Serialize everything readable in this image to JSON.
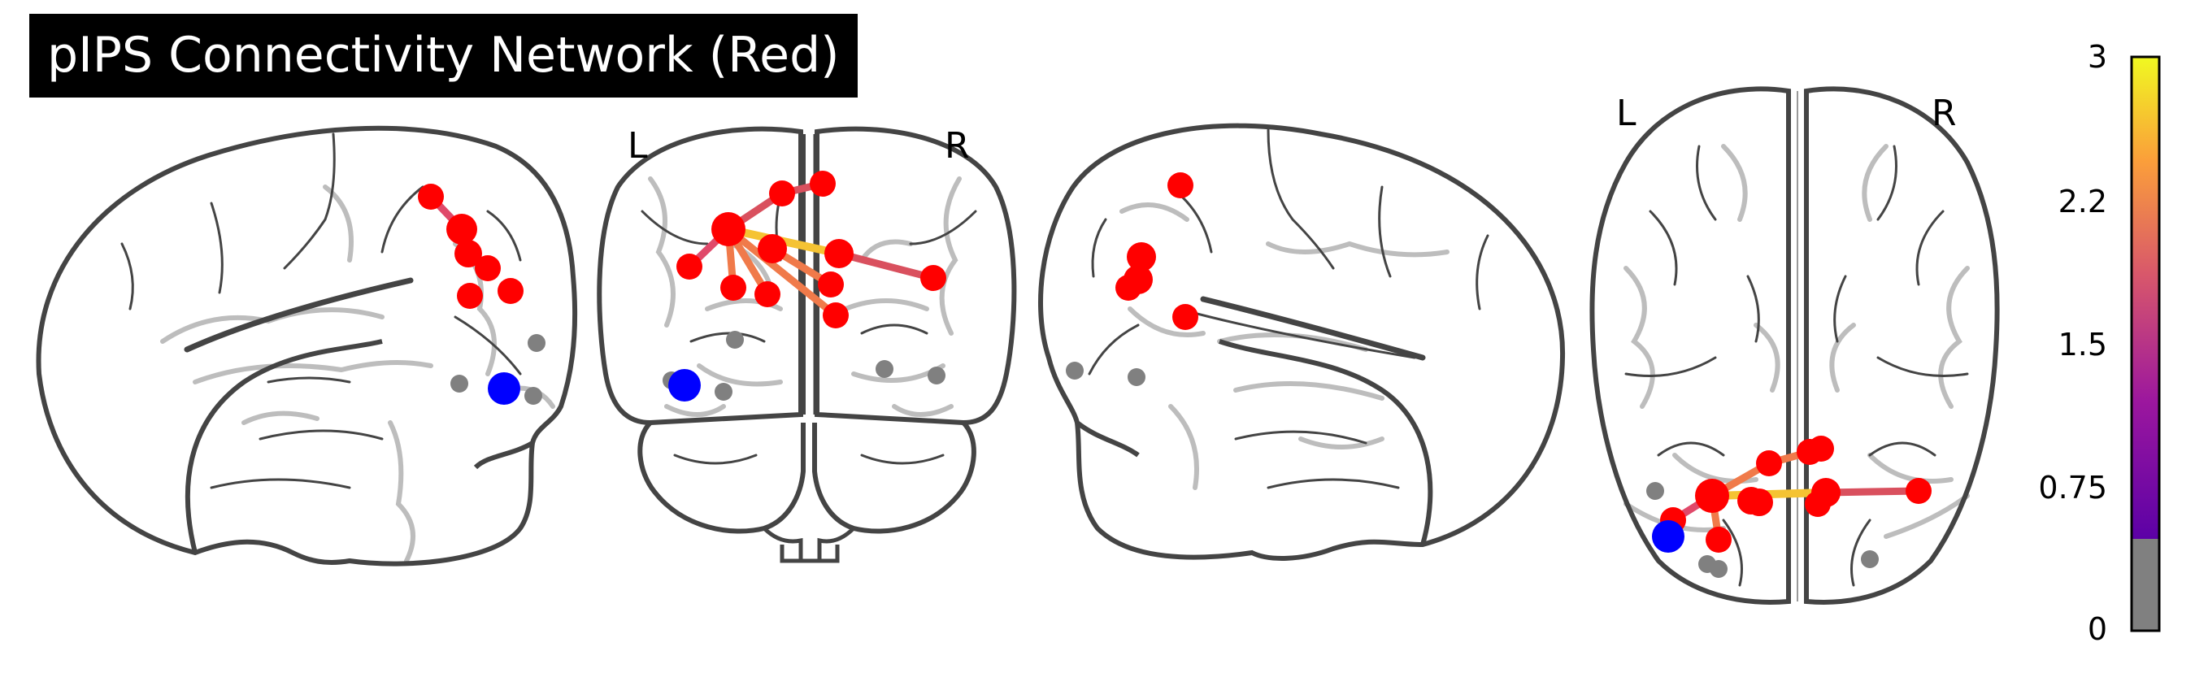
{
  "title": "pIPS Connectivity Network (Red)",
  "views": {
    "coronal": {
      "left_label": "L",
      "right_label": "R"
    },
    "axial": {
      "left_label": "L",
      "right_label": "R"
    }
  },
  "colorbar": {
    "ticks": [
      "3",
      "2.2",
      "1.5",
      "0.75",
      "0"
    ],
    "colors": {
      "low": "#808080",
      "mid": "#9c179e",
      "high": "#f0f921"
    }
  },
  "node_colors": {
    "seed": "#ff0000",
    "negative": "#0000ff",
    "other": "#808080"
  }
}
